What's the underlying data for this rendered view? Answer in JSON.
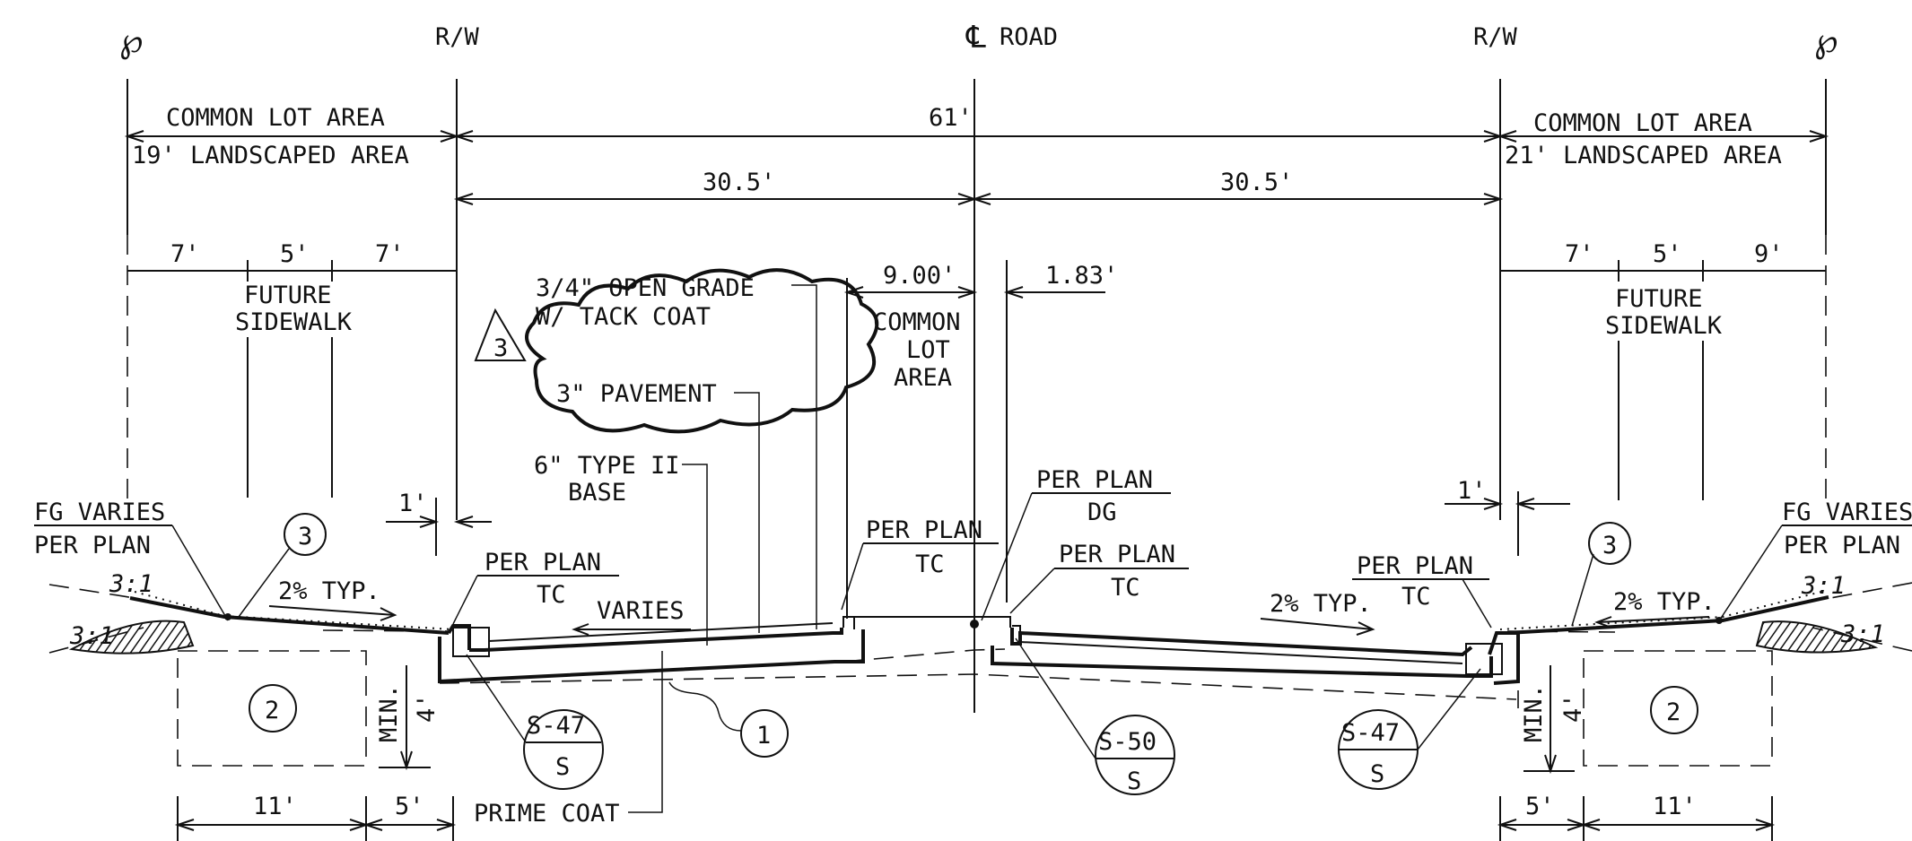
{
  "symbols": {
    "pl_left": "℘",
    "pl_right": "℘",
    "rw_left": "R/W",
    "rw_right": "R/W",
    "cl_mark": "℄",
    "cl_road": "ROAD"
  },
  "dimensions": {
    "total_row": "61'",
    "half_left": "30.5'",
    "half_right": "30.5'",
    "left_7a": "7'",
    "left_5": "5'",
    "left_7b": "7'",
    "right_7": "7'",
    "right_5": "5'",
    "right_9": "9'",
    "median_900": "9.00'",
    "median_183": "1.83'",
    "left_1": "1'",
    "right_1": "1'",
    "left_11": "11'",
    "left_5b": "5'",
    "right_5b": "5'",
    "right_11": "11'",
    "min_label": "MIN.",
    "four_left": "4'",
    "four_right": "4'"
  },
  "labels": {
    "common_lot_left": "COMMON LOT AREA",
    "landscaped_left": "19' LANDSCAPED AREA",
    "common_lot_right": "COMMON LOT AREA",
    "landscaped_right": "21' LANDSCAPED AREA",
    "future_left_1": "FUTURE",
    "future_left_2": "SIDEWALK",
    "future_right_1": "FUTURE",
    "future_right_2": "SIDEWALK",
    "open_grade_1": "3/4\" OPEN GRADE",
    "open_grade_2": "W/ TACK COAT",
    "pavement": "3\" PAVEMENT",
    "base_1": "6\" TYPE II",
    "base_2": "BASE",
    "common_lot_area_1": "COMMON",
    "common_lot_area_2": "LOT",
    "common_lot_area_3": "AREA",
    "fg_varies_left": "FG VARIES",
    "per_plan_left": "PER PLAN",
    "fg_varies_right": "FG VARIES",
    "per_plan_right": "PER PLAN",
    "per_plan_tc_left": "PER PLAN",
    "tc_left": "TC",
    "varies": "VARIES",
    "per_plan_tc_median": "PER PLAN",
    "tc_median": "TC",
    "per_plan_dg": "PER PLAN",
    "dg": "DG",
    "per_plan_tc_median_r": "PER PLAN",
    "tc_median_r": "TC",
    "per_plan_tc_right": "PER PLAN",
    "tc_right": "TC",
    "slope_left": "2% TYP.",
    "slope_right": "2% TYP.",
    "slope_31_a": "3:1",
    "slope_31_b": "3:1",
    "slope_31_c": "3:1",
    "slope_31_d": "3:1",
    "prime_coat": "PRIME COAT",
    "revision": "3"
  },
  "callouts": {
    "note_1": "1",
    "note_2_left": "2",
    "note_2_right": "2",
    "note_3_left": "3",
    "note_3_right": "3",
    "s47_left_top": "S-47",
    "s47_left_bottom": "S",
    "s50_top": "S-50",
    "s50_bottom": "S",
    "s47_right_top": "S-47",
    "s47_right_bottom": "S"
  }
}
